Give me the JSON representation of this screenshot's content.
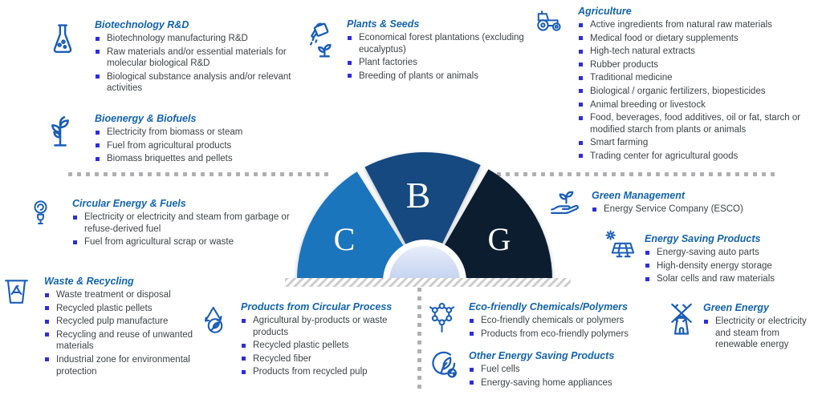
{
  "palette": {
    "heading_blue": "#1263ae",
    "icon_blue": "#1a5eb8",
    "bullet_blue": "#2d2de0",
    "body_text": "#3e4347",
    "inner_semicircle": "#ccd8f2",
    "hatch_stripe": "#cdcdcd",
    "dotted_line": "#b0b0b3"
  },
  "gauge": {
    "segments": [
      {
        "label": "C",
        "color": "#1b75bc"
      },
      {
        "label": "B",
        "color": "#15497f"
      },
      {
        "label": "G",
        "color": "#0d1d30"
      }
    ]
  },
  "sections": [
    {
      "icon": "flask-icon",
      "title": "Biotechnology R&D",
      "items": [
        "Biotechnology manufacturing R&D",
        "Raw materials and/or essential materials for molecular biological R&D",
        "Biological substance analysis and/or relevant activities"
      ]
    },
    {
      "icon": "sprout-icon",
      "title": "Bioenergy & Biofuels",
      "items": [
        "Electricity from biomass or steam",
        "Fuel from agricultural products",
        "Biomass briquettes and pellets"
      ]
    },
    {
      "icon": "cfl-bulb-icon",
      "title": "Circular Energy & Fuels",
      "items": [
        "Electricity or electricity and steam from garbage or refuse-derived fuel",
        "Fuel from agricultural scrap or waste"
      ]
    },
    {
      "icon": "recycle-bin-icon",
      "title": "Waste & Recycling",
      "items": [
        "Waste treatment or disposal",
        "Recycled plastic pellets",
        "Recycled pulp manufacture",
        "Recycling and reuse of unwanted materials",
        "Industrial zone for environmental protection"
      ]
    },
    {
      "icon": "recycle-leaf-icon",
      "title": "Products from Circular Process",
      "items": [
        "Agricultural by-products or waste products",
        "Recycled plastic pellets",
        "Recycled fiber",
        "Products from recycled pulp"
      ]
    },
    {
      "icon": "watering-can-icon",
      "title": "Plants & Seeds",
      "items": [
        "Economical forest plantations (excluding eucalyptus)",
        "Plant factories",
        "Breeding of plants or animals"
      ]
    },
    {
      "icon": "tractor-icon",
      "title": "Agriculture",
      "items": [
        "Active ingredients from natural raw materials",
        "Medical food or dietary supplements",
        "High-tech natural extracts",
        "Rubber products",
        "Traditional medicine",
        "Biological / organic fertilizers, biopesticides",
        "Animal breeding or livestock",
        "Food, beverages, food additives, oil or fat, starch or modified starch from plants or animals",
        "Smart farming",
        "Trading center for agricultural goods"
      ]
    },
    {
      "icon": "hand-sprout-icon",
      "title": "Green Management",
      "items": [
        "Energy Service Company (ESCO)"
      ]
    },
    {
      "icon": "solar-panel-icon",
      "title": "Energy Saving Products",
      "items": [
        "Energy-saving auto parts",
        "High-density energy storage",
        "Solar cells and raw materials"
      ]
    },
    {
      "icon": "molecule-icon",
      "title": "Eco-friendly Chemicals/Polymers",
      "items": [
        "Eco-friendly chemicals or polymers",
        "Products from eco-friendly polymers"
      ]
    },
    {
      "icon": "leaf-cycle-icon",
      "title": "Other Energy Saving Products",
      "items": [
        "Fuel cells",
        "Energy-saving home appliances"
      ]
    },
    {
      "icon": "windmill-icon",
      "title": "Green Energy",
      "items": [
        "Electricity or electricity and steam from renewable energy"
      ]
    }
  ]
}
